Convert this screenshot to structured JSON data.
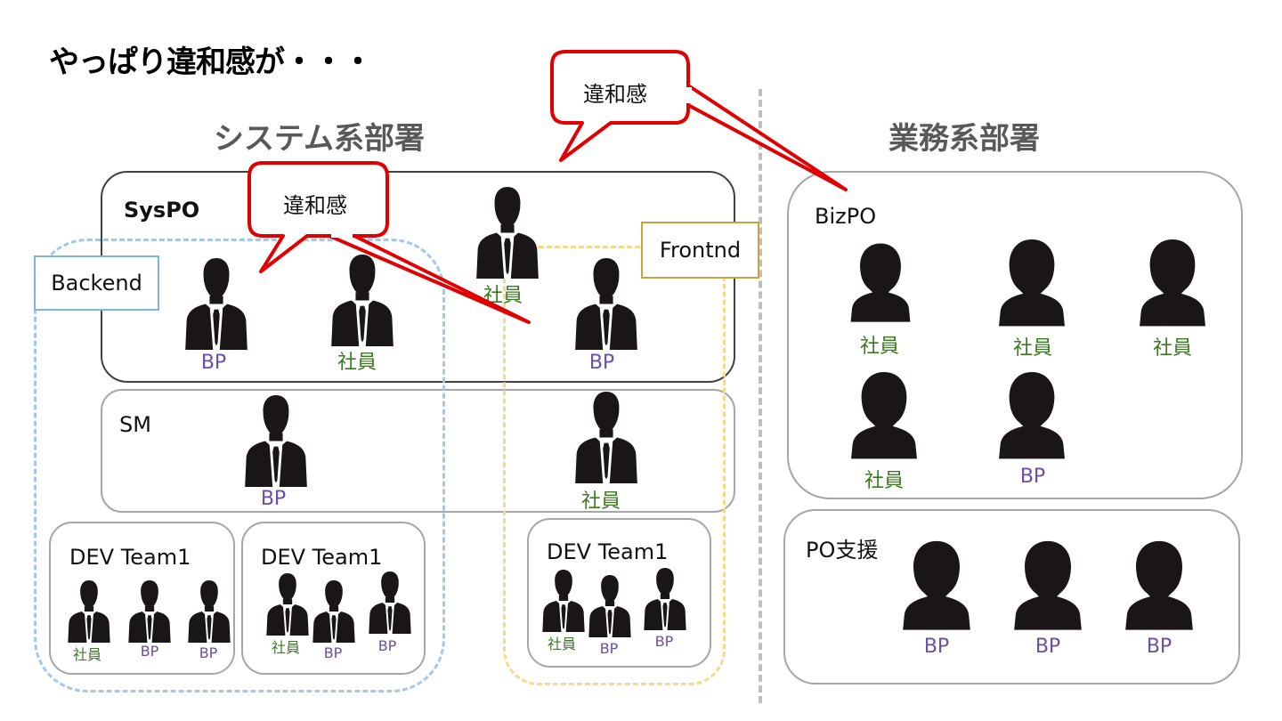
{
  "title": "やっぱり違和感が・・・",
  "departments": {
    "system": "システム系部署",
    "business": "業務系部署"
  },
  "callouts": {
    "top": "違和感",
    "left": "違和感"
  },
  "groups": {
    "syspo": "SysPO",
    "backend": "Backend",
    "frontend": "Frontnd",
    "sm": "SM",
    "dev1": "DEV Team1",
    "dev2": "DEV Team1",
    "dev3": "DEV Team1",
    "bizpo": "BizPO",
    "posupport": "PO支援"
  },
  "roles": {
    "employee": "社員",
    "bp": "BP"
  },
  "colors": {
    "employee": "#3a7a20",
    "bp": "#6b4fa3",
    "callout_border": "#e00000",
    "backend_dash": "#a6c8e6",
    "frontend_dash": "#f5d98c",
    "frontend_tag_border": "#c8a43a",
    "silhouette": "#1a1516",
    "divider": "#bfbfbf"
  },
  "people": {
    "syspo_1": "社員",
    "syspo_2": "BP",
    "syspo_3": "社員",
    "syspo_4": "BP",
    "sm_1": "BP",
    "sm_2": "社員",
    "dev1_1": "社員",
    "dev1_2": "BP",
    "dev1_3": "BP",
    "dev2_1": "社員",
    "dev2_2": "BP",
    "dev2_3": "BP",
    "dev3_1": "社員",
    "dev3_2": "BP",
    "dev3_3": "BP",
    "bizpo_1": "社員",
    "bizpo_2": "社員",
    "bizpo_3": "社員",
    "bizpo_4": "社員",
    "bizpo_5": "BP",
    "posupport_1": "BP",
    "posupport_2": "BP",
    "posupport_3": "BP"
  },
  "icons": {
    "male": "businessman-silhouette-icon",
    "female": "woman-silhouette-icon"
  }
}
